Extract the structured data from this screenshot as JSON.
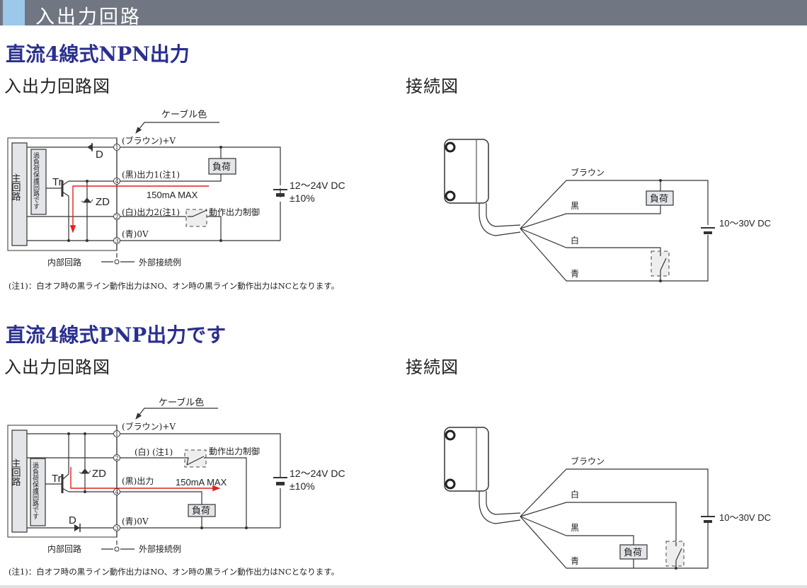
{
  "header": {
    "title": "入出力回路"
  },
  "npn": {
    "title": "直流4線式NPN出力",
    "circuit_heading": "入出力回路図",
    "connection_heading": "接続図",
    "circuit": {
      "cable_color": "ケーブル色",
      "brown": "(ブラウン)+V",
      "black": "(黒)出力1(注1)",
      "white": "(白)出力2(注1)",
      "control": "動作出力制御",
      "blue": "(青)0V",
      "load": "負荷",
      "main": "主回路",
      "protect": "過負荷保護回路です",
      "tr": "Tr",
      "d": "D",
      "zd": "ZD",
      "current": "150mA MAX",
      "supply": "12～24V DC",
      "tolerance": "±10%",
      "internal": "内部回路",
      "external": "外部接続例",
      "t1": "1",
      "t2": "2",
      "t3": "3",
      "t4": "4",
      "note": "(注1)：白オフ時の黒ライン動作出力はNO、オン時の黒ライン動作出力はNCとなります。"
    },
    "connection": {
      "brown": "ブラウン",
      "black": "黒",
      "white": "白",
      "blue": "青",
      "load": "負荷",
      "supply": "10～30V DC"
    }
  },
  "pnp": {
    "title": "直流4線式PNP出力です",
    "circuit_heading": "入出力回路図",
    "connection_heading": "接続図",
    "circuit": {
      "cable_color": "ケーブル色",
      "brown": "(ブラウン)+V",
      "white": "(白) (注1)",
      "control": "動作出力制御",
      "black": "(黒)出力",
      "blue": "(青)0V",
      "load": "負荷",
      "main": "主回路",
      "protect": "過負荷保護回路です",
      "tr": "Tr",
      "d": "D",
      "zd": "ZD",
      "current": "150mA MAX",
      "supply": "12～24V DC",
      "tolerance": "±10%",
      "internal": "内部回路",
      "external": "外部接続例",
      "t1": "1",
      "t2": "2",
      "t3": "3",
      "t4": "4",
      "note": "(注1)：白オフ時の黒ライン動作出力はNO、オン時の黒ライン動作出力はNCとなります。"
    },
    "connection": {
      "brown": "ブラウン",
      "white": "白",
      "black": "黒",
      "blue": "青",
      "load": "負荷",
      "supply": "10～30V DC"
    }
  }
}
